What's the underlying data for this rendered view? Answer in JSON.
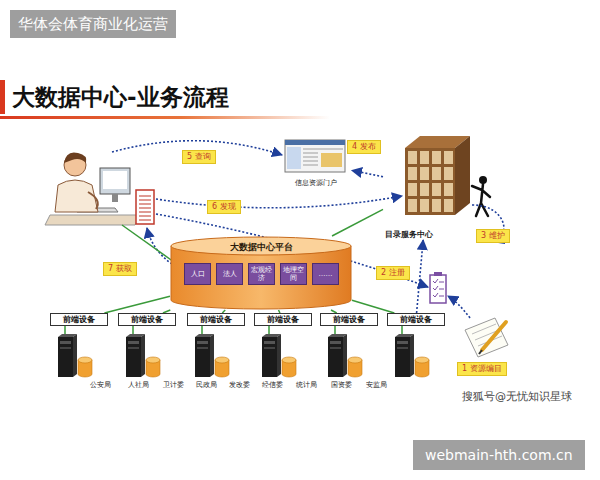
{
  "diagram": {
    "title": "大数据中心-业务流程",
    "nodes": [
      {
        "text": [
          "信息资源门户"
        ]
      },
      {
        "text": [
          "目录服务中心"
        ]
      },
      {
        "text": [
          "大数据中心平台"
        ]
      },
      {
        "text": [
          "人口"
        ],
        "in": 2
      },
      {
        "text": [
          "法人"
        ],
        "in": 2
      },
      {
        "text": [
          "宏观经济"
        ],
        "in": 2
      },
      {
        "text": [
          "地理空间"
        ],
        "in": 2
      },
      {
        "text": [
          "……"
        ],
        "in": 2
      },
      {
        "text": [
          "前端设备"
        ]
      },
      {
        "text": [
          "前端设备"
        ]
      },
      {
        "text": [
          "前端设备"
        ]
      },
      {
        "text": [
          "前端设备"
        ]
      },
      {
        "text": [
          "前端设备"
        ]
      },
      {
        "text": [
          "前端设备"
        ]
      }
    ],
    "edges": [
      {
        "from": 1,
        "to": 0,
        "arrow": "to",
        "label": "4 发布"
      },
      {
        "from": 13,
        "to": 1,
        "arrow": "to",
        "label": "2 注册"
      },
      {
        "from": 2,
        "to": 1,
        "arrow": "none"
      },
      {
        "from": 2,
        "to": 8,
        "arrow": "none"
      },
      {
        "from": 2,
        "to": 9,
        "arrow": "none"
      },
      {
        "from": 2,
        "to": 10,
        "arrow": "none"
      },
      {
        "from": 2,
        "to": 11,
        "arrow": "none"
      },
      {
        "from": 2,
        "to": 12,
        "arrow": "none"
      },
      {
        "from": 2,
        "to": 13,
        "arrow": "none"
      }
    ],
    "labels": [
      "华体会体育商业化运营",
      "5 查询",
      "6 发现",
      "3 维护",
      "7 获取",
      "1 资源编目",
      "公安局",
      "人社局",
      "卫计委",
      "民政局",
      "发改委",
      "经信委",
      "统计局",
      "国资委",
      "安监局",
      "搜狐号@无忧知识星球",
      "webmain-hth.com.cn"
    ]
  }
}
